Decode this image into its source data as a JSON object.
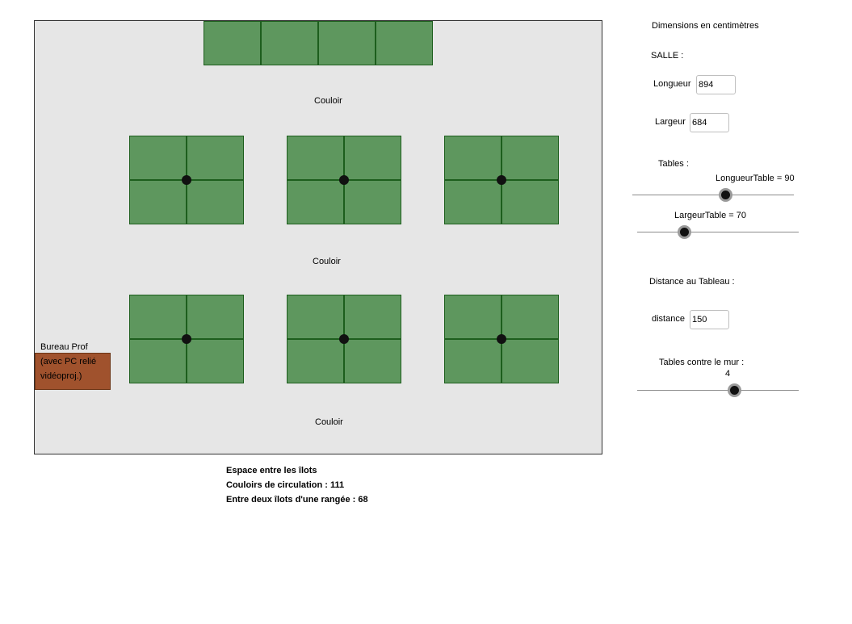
{
  "room": {
    "corridor_labels": [
      "Couloir",
      "Couloir",
      "Couloir"
    ],
    "desk_label_lines": [
      "Bureau Prof",
      "(avec PC relié",
      "vidéoproj.)"
    ],
    "colors": {
      "room_fill": "#e6e6e6",
      "table_fill": "#5e975e",
      "table_border": "#1d5e1d",
      "desk_fill": "#a0522d"
    }
  },
  "panel": {
    "heading": "Dimensions en centimètres",
    "salle_label": "SALLE :",
    "longueur_label": "Longueur",
    "longueur_value": "894",
    "largeur_label": "Largeur",
    "largeur_value": "684",
    "tables_label": "Tables :",
    "longueur_table_label": "LongueurTable = 90",
    "longueur_table_value": 90,
    "largeur_table_label": "LargeurTable = 70",
    "largeur_table_value": 70,
    "distance_heading": "Distance au Tableau :",
    "distance_label": "distance",
    "distance_value": "150",
    "wall_tables_label": "Tables contre le mur :",
    "wall_tables_value": "4"
  },
  "summary": {
    "title": "Espace entre les îlots",
    "circulation": "Couloirs de circulation : 111",
    "between": "Entre deux îlots d'une rangée : 68"
  }
}
